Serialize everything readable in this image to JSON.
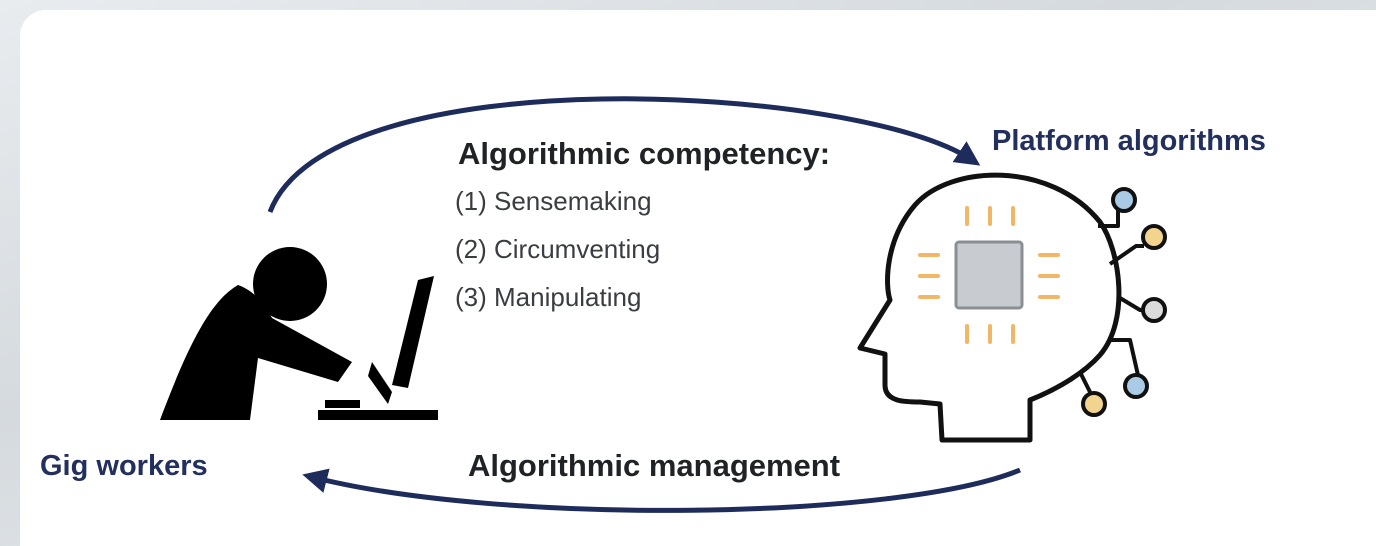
{
  "diagram": {
    "competency_title": "Algorithmic competency:",
    "competency_items": [
      "(1) Sensemaking",
      "(2) Circumventing",
      "(3) Manipulating"
    ],
    "platform_label": "Platform algorithms",
    "workers_label": "Gig workers",
    "management_label": "Algorithmic management"
  },
  "colors": {
    "arrow": "#1e2c5c",
    "label_blue": "#23305e",
    "text_dark": "#1f2326",
    "chip_fill": "#c8cbd0",
    "chip_pins": "#f1b766",
    "node_blue": "#a9cbe6",
    "node_yellow": "#f2d48e",
    "node_grey": "#dcdcdc"
  },
  "icons": [
    "worker-at-computer-icon",
    "ai-head-chip-icon"
  ]
}
